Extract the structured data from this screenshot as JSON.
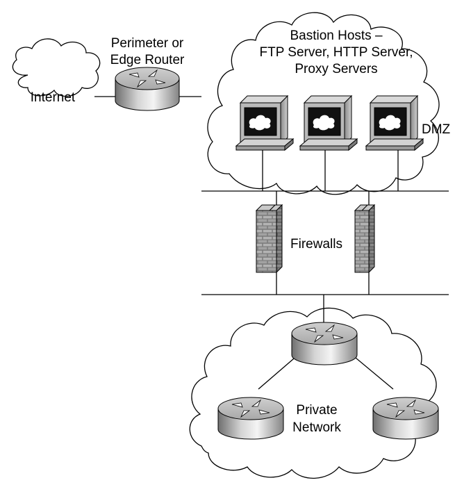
{
  "labels": {
    "internet": "Internet",
    "edge_router_line1": "Perimeter or",
    "edge_router_line2": "Edge Router",
    "bastion_line1": "Bastion Hosts –",
    "bastion_line2": "FTP Server, HTTP Server,",
    "bastion_line3": "Proxy Servers",
    "dmz": "DMZ",
    "firewalls": "Firewalls",
    "private_line1": "Private",
    "private_line2": "Network"
  }
}
